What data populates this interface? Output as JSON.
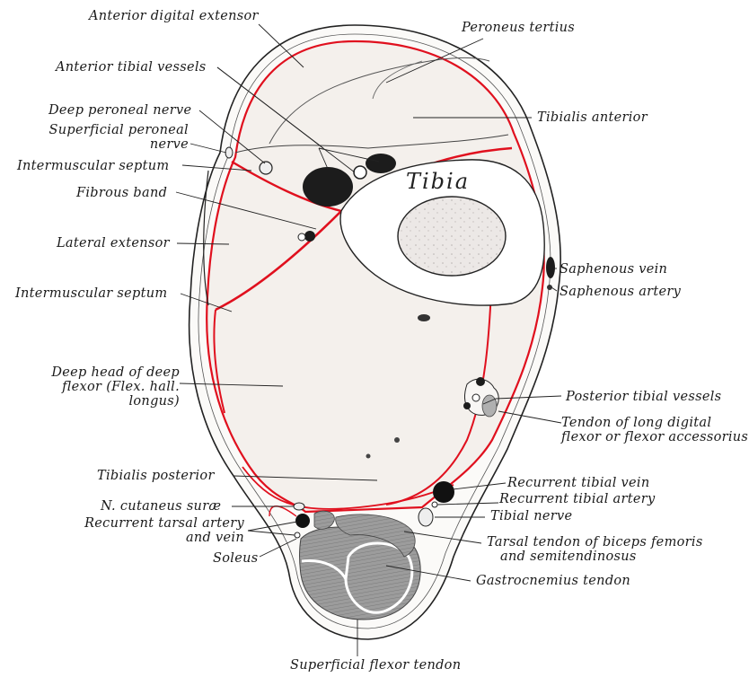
{
  "figure": {
    "bone_label": "Tibia",
    "colors": {
      "fascia_red": "#e0101e",
      "muscle_fill": "#f4f0ec",
      "tendon_fill": "#9a9a9a",
      "vessel_fill": "#1a1a1a",
      "outline": "#222222"
    }
  },
  "labels": {
    "anterior_digital_extensor": "Anterior digital extensor",
    "peroneus_tertius": "Peroneus tertius",
    "anterior_tibial_vessels": "Anterior tibial vessels",
    "tibialis_anterior": "Tibialis anterior",
    "deep_peroneal_nerve": "Deep peroneal nerve",
    "superficial_peroneal_nerve_1": "Superficial peroneal",
    "superficial_peroneal_nerve_2": "nerve",
    "intermuscular_septum_upper": "Intermuscular septum",
    "fibrous_band": "Fibrous band",
    "lateral_extensor": "Lateral extensor",
    "saphenous_vein": "Saphenous vein",
    "saphenous_artery": "Saphenous artery",
    "intermuscular_septum_lower": "Intermuscular septum",
    "deep_head_1": "Deep head of deep",
    "deep_head_2": "flexor (Flex. hall.",
    "deep_head_3": "longus)",
    "posterior_tibial_vessels": "Posterior tibial vessels",
    "tendon_long_digital_1": "Tendon of long digital",
    "tendon_long_digital_2": "flexor or flexor accessorius",
    "tibialis_posterior": "Tibialis posterior",
    "recurrent_tibial_vein": "Recurrent tibial vein",
    "recurrent_tibial_artery": "Recurrent tibial artery",
    "n_cutaneus_surae": "N. cutaneus suræ",
    "tibial_nerve": "Tibial nerve",
    "recurrent_tarsal_1": "Recurrent tarsal artery",
    "recurrent_tarsal_2": "and vein",
    "tarsal_tendon_1": "Tarsal tendon of biceps femoris",
    "tarsal_tendon_2": "and semitendinosus",
    "soleus": "Soleus",
    "gastrocnemius_tendon": "Gastrocnemius tendon",
    "superficial_flexor_tendon": "Superficial flexor tendon"
  }
}
